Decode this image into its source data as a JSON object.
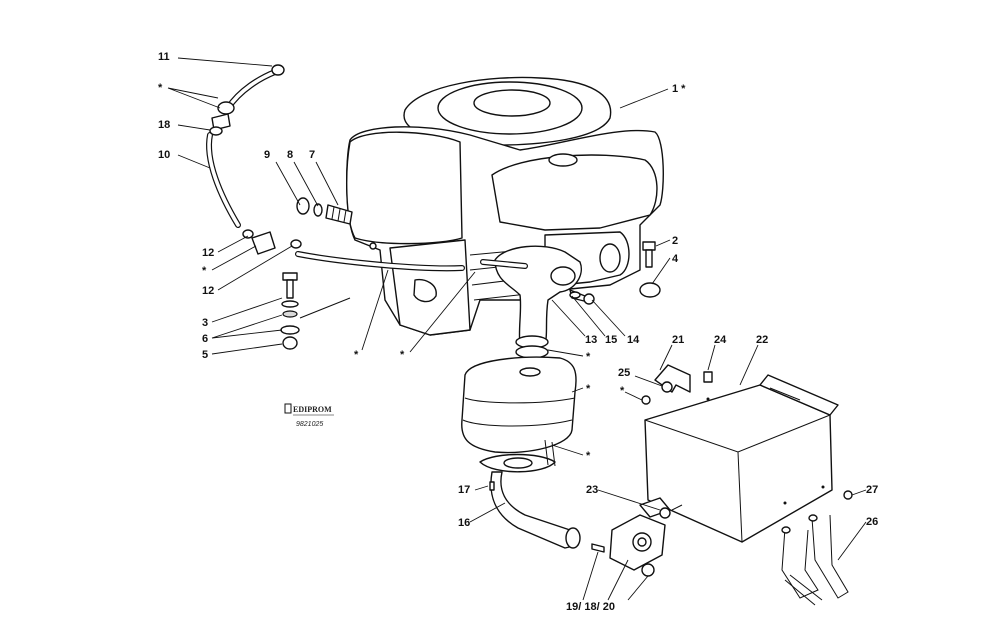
{
  "callouts": {
    "c1": "1 *",
    "c2": "2",
    "c3": "3",
    "c4": "4",
    "c5": "5",
    "c6": "6",
    "c7": "7",
    "c8": "8",
    "c9": "9",
    "c10": "10",
    "c11": "11",
    "c12a": "12",
    "c12b": "12",
    "c13": "13",
    "c14": "14",
    "c15": "15",
    "c16": "16",
    "c17": "17",
    "c18": "18",
    "c19_18_20": "19/ 18/ 20",
    "c21": "21",
    "c22": "22",
    "c23": "23",
    "c24": "24",
    "c25": "25",
    "c26": "26",
    "c27": "27",
    "star": "*"
  },
  "logo": {
    "brand": "EDIPROM",
    "code": "9821025"
  },
  "colors": {
    "line": "#111111",
    "background": "#ffffff",
    "shade": "#d9d9d9"
  }
}
